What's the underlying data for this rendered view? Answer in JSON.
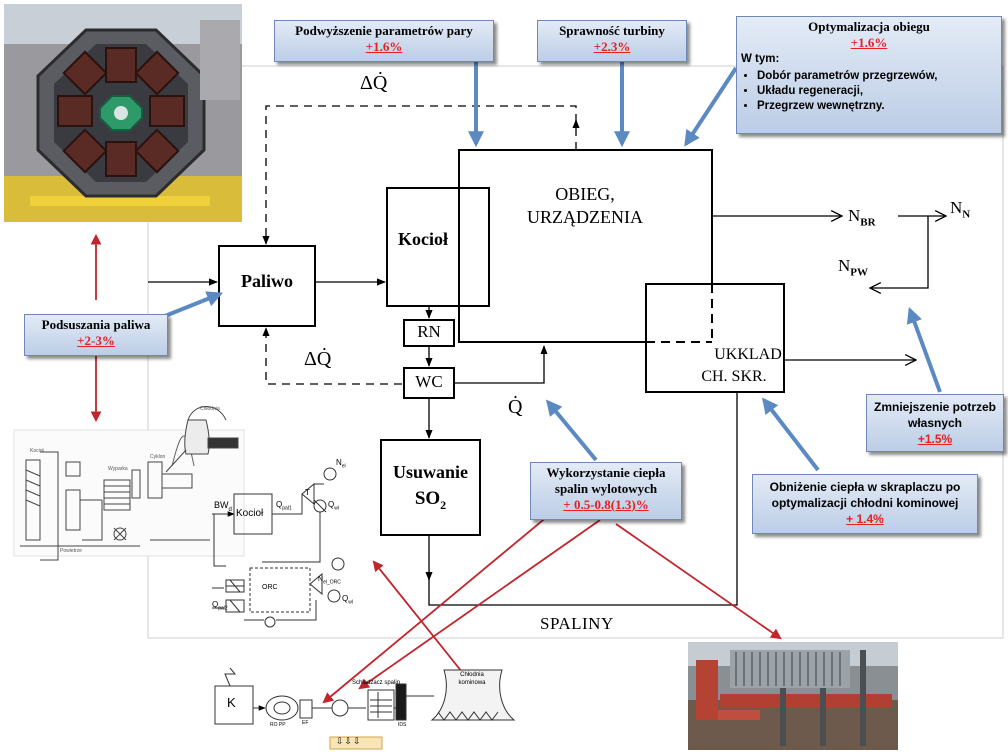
{
  "colors": {
    "callout_bg": "#c8d7ec",
    "callout_border": "#6f89b7",
    "value_red": "#e32222",
    "blue_arrow": "#5b8ac3",
    "red_arrow": "#c0262c"
  },
  "callouts": {
    "steam_params": {
      "title": "Podwyższenie parametrów pary",
      "value": "+1.6%"
    },
    "turbine": {
      "title": "Sprawność turbiny",
      "value": "+2.3%"
    },
    "cycle_opt": {
      "title": "Optymalizacja obiegu",
      "value": "+1.6%",
      "intro": "W tym:",
      "items": [
        "Dobór parametrów przegrzewów,",
        "Układu regeneracji,",
        "Przegrzew wewnętrzny."
      ]
    },
    "fuel_drying": {
      "title": "Podsuszania paliwa",
      "value": "+2-3%"
    },
    "flue_heat": {
      "line1": "Wykorzystanie ciepła",
      "line2": "spalin wylotowych",
      "value": "+ 0.5-0.8(1.3)%"
    },
    "condenser": {
      "line1": "Obniżenie ciepła w skraplaczu po",
      "line2": "optymalizacji chłodni kominowej",
      "value": "+ 1.4%"
    },
    "own_needs": {
      "line1": "Zmniejszenie potrzeb",
      "line2": "własnych",
      "value": "+1.5%"
    }
  },
  "blocks": {
    "fuel": "Paliwo",
    "boiler": "Kocioł",
    "cycle_line1": "OBIEG,",
    "cycle_line2": "URZĄDZENIA",
    "rn": "RN",
    "wc": "WC",
    "so2_line1": "Usuwanie",
    "so2_line2": "SO",
    "so2_sub": "2",
    "cooling_line1": "UKKLAD",
    "cooling_line2": "CH. SKR."
  },
  "symbols": {
    "dq_top": "ΔQ̇",
    "dq_left": "ΔQ̇",
    "q_dot": "Q̇",
    "n_br": "N",
    "n_br_sub": "BR",
    "n_n": "N",
    "n_n_sub": "N",
    "n_pw": "N",
    "n_pw_sub": "PW",
    "spaliny": "SPALINY"
  },
  "sketches": {
    "orc": {
      "bw": "BW",
      "kociol": "Kocioł",
      "qpal1": "Q",
      "t": "T",
      "nel": "N",
      "qwl": "Q",
      "orc": "ORC",
      "qpal2": "Q",
      "nel_orc": "N",
      "qwl2": "Q"
    },
    "chimney": {
      "k": "K",
      "ro_pp": "RO PP",
      "ef": "EF",
      "cooler": "Schładzacz spalin",
      "ids": "IDS",
      "tower_line1": "Chłodnia",
      "tower_line2": "kominowa",
      "arrows": "⇩⇩⇩"
    }
  }
}
